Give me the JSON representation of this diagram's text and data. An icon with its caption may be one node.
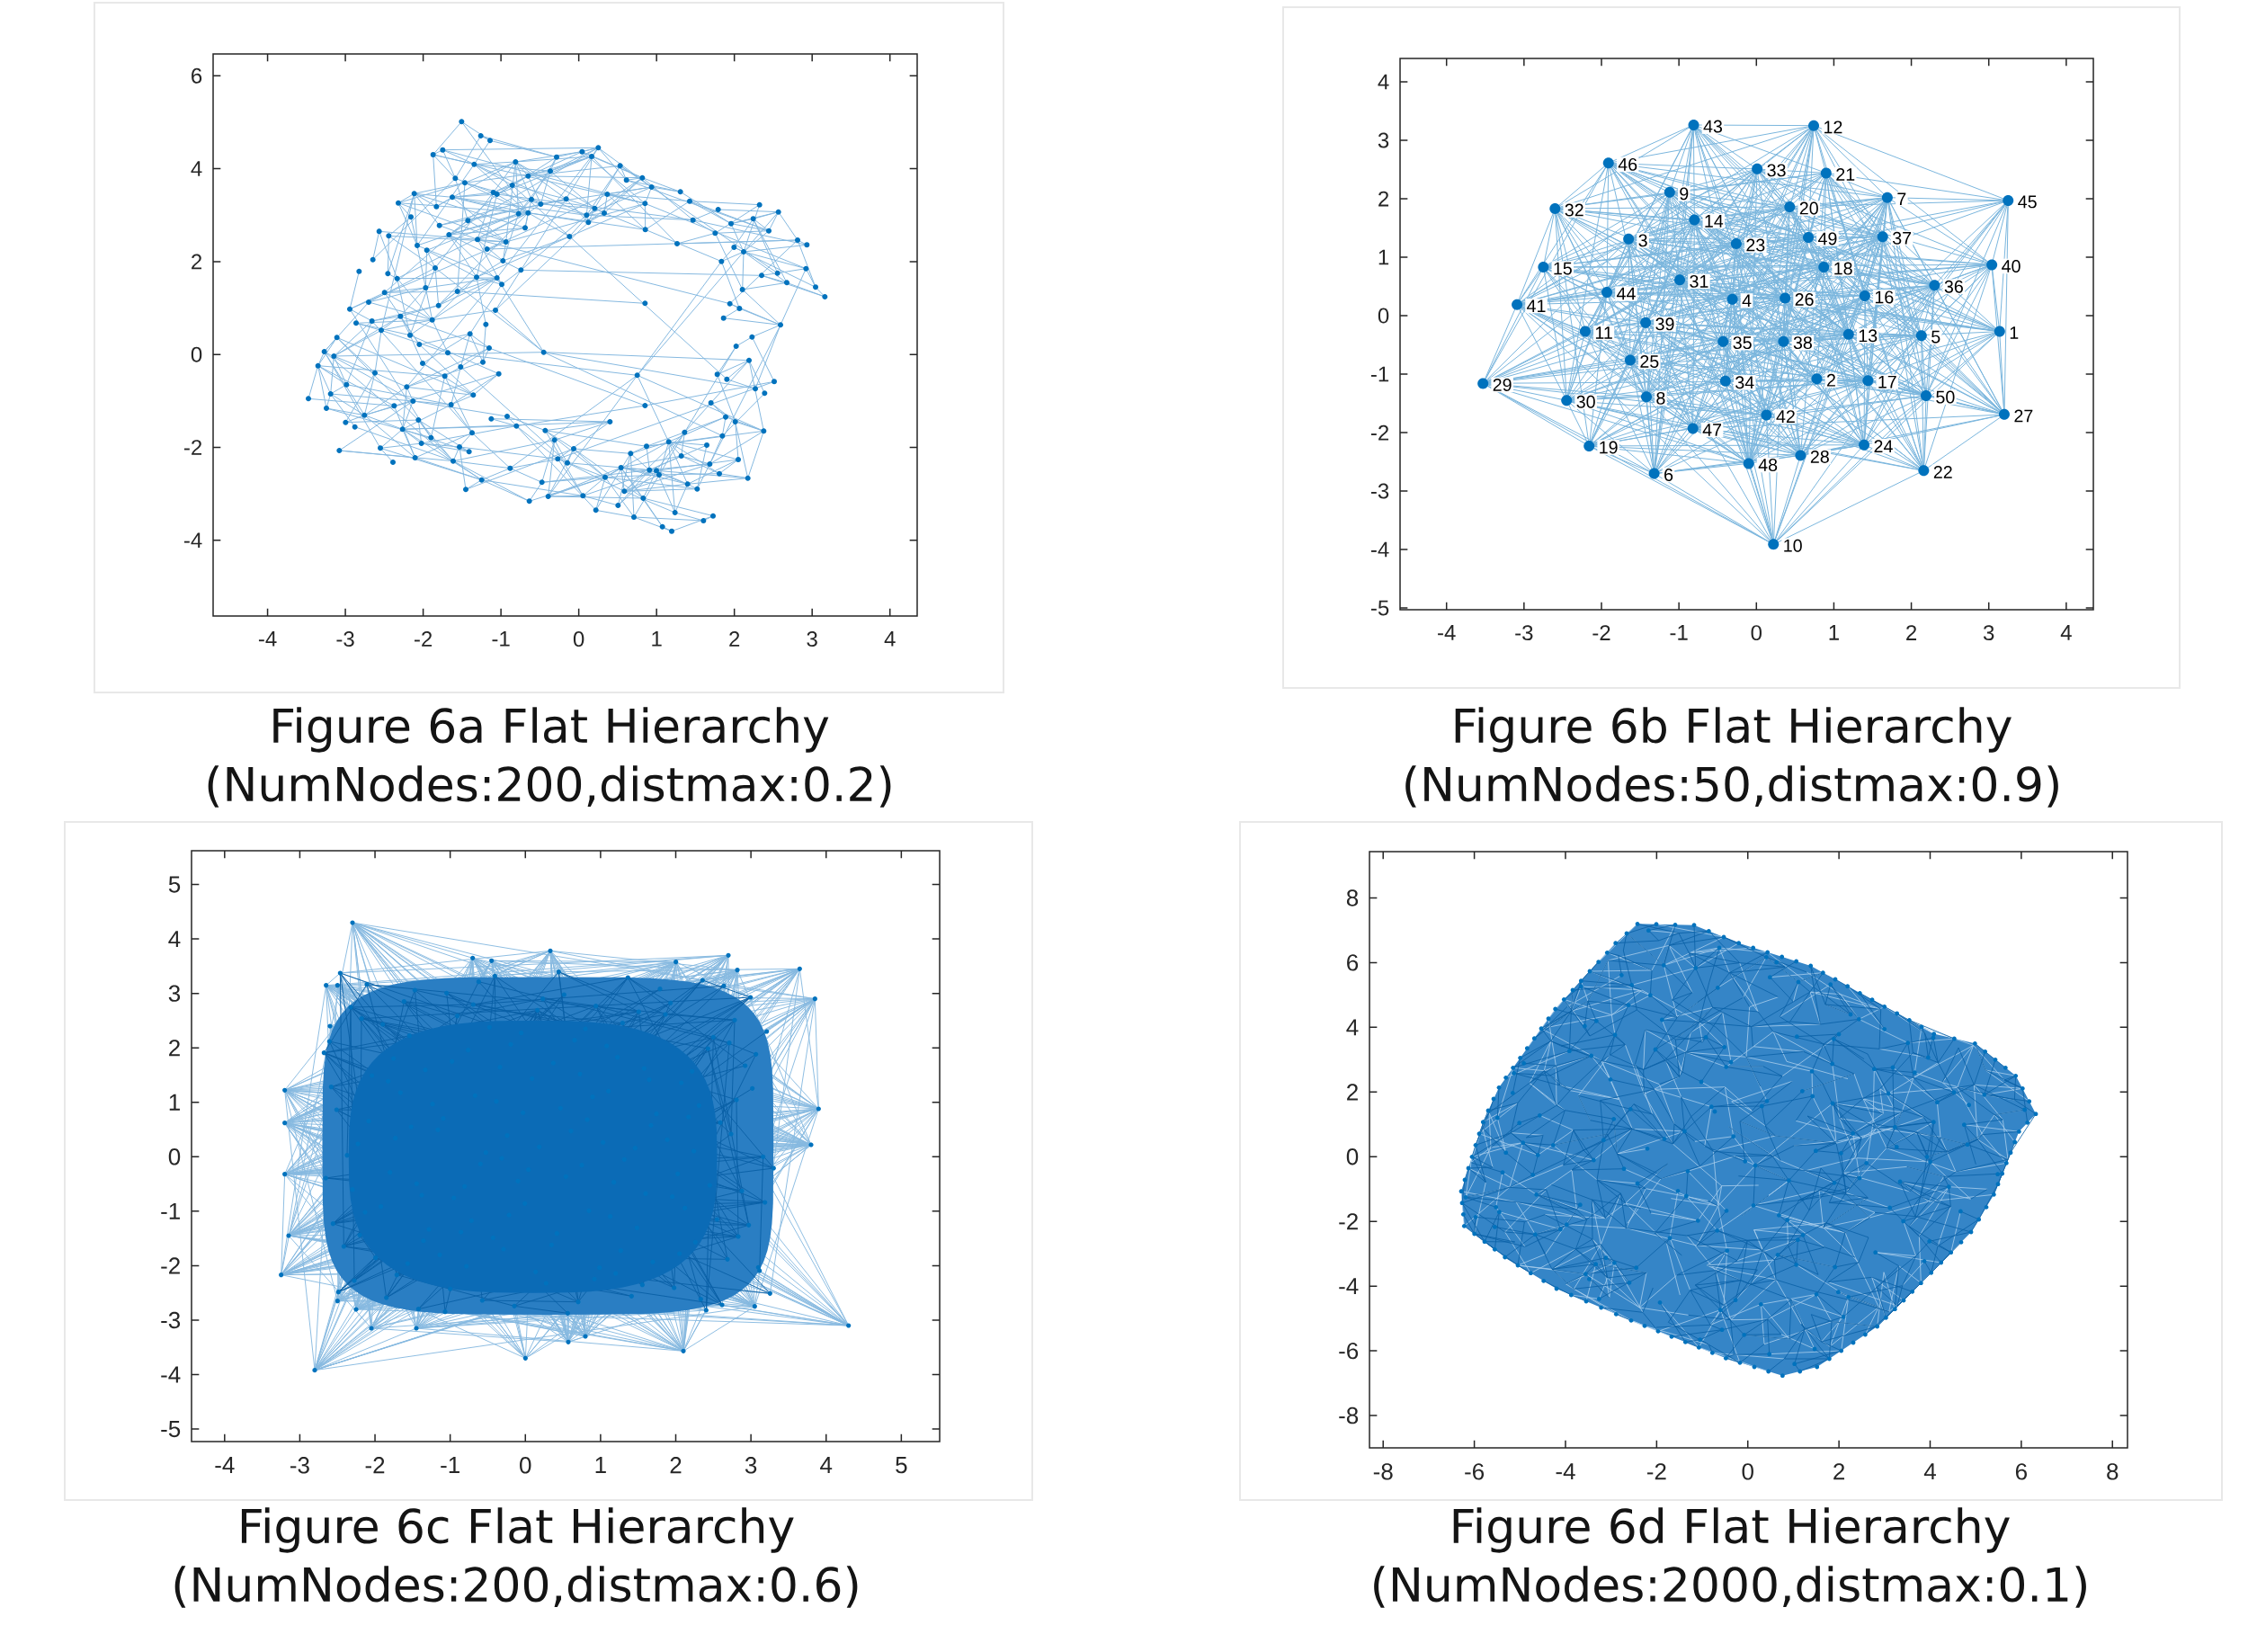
{
  "diagram": {
    "chart_data": [
      {
        "type": "scatter",
        "title": "Figure 6a Flat Hierarchy (NumNodes:200,distmax:0.2)",
        "xlim": [
          -4.7,
          4.35
        ],
        "ylim": [
          -5.63,
          6.47
        ],
        "xticks": [
          -4,
          -3,
          -2,
          -1,
          0,
          1,
          2,
          3,
          4
        ],
        "yticks": [
          -4,
          -2,
          0,
          2,
          4,
          6
        ]
      },
      {
        "type": "scatter",
        "title": "Figure 6b Flat Hierarchy (NumNodes:50,distmax:0.9)",
        "xlim": [
          -4.6,
          4.35
        ],
        "ylim": [
          -5.03,
          4.4
        ],
        "xticks": [
          -4,
          -3,
          -2,
          -1,
          0,
          1,
          2,
          3,
          4
        ],
        "yticks": [
          -5,
          -4,
          -3,
          -2,
          -1,
          0,
          1,
          2,
          3,
          4
        ],
        "x": [
          3.14,
          0.78,
          -1.65,
          -0.31,
          2.13,
          -1.32,
          1.69,
          -1.42,
          -1.12,
          0.22,
          -2.21,
          0.74,
          1.19,
          -0.8,
          -2.75,
          1.4,
          1.44,
          0.87,
          -2.16,
          0.43,
          0.9,
          2.16,
          -0.26,
          1.39,
          -1.63,
          0.37,
          3.2,
          0.57,
          -3.53,
          -2.45,
          -0.99,
          -2.6,
          0.01,
          -0.4,
          -0.43,
          2.3,
          1.63,
          0.35,
          -1.43,
          3.04,
          -3.09,
          0.13,
          -0.81,
          -1.93,
          3.25,
          -1.91,
          -0.82,
          -0.1,
          0.67,
          2.19
        ],
        "series": [
          {
            "color": "#0072bd",
            "values": [
              -0.27,
              -1.08,
              1.31,
              0.28,
              -0.34,
              -2.7,
              2.02,
              -1.39,
              2.11,
              -3.91,
              -0.27,
              3.25,
              -0.32,
              1.64,
              0.83,
              0.34,
              -1.11,
              0.83,
              -2.23,
              1.86,
              2.44,
              -2.65,
              1.23,
              -2.21,
              -0.76,
              0.3,
              -1.69,
              -2.39,
              -1.16,
              -1.45,
              0.61,
              1.83,
              2.51,
              -1.12,
              -0.44,
              0.52,
              1.35,
              -0.44,
              -0.12,
              0.87,
              0.19,
              -1.7,
              3.26,
              0.4,
              1.97,
              2.61,
              -1.93,
              -2.53,
              1.34,
              -1.37
            ]
          }
        ],
        "annotations": [
          {
            "text": "1",
            "x": 3.14,
            "y": -0.27
          },
          {
            "text": "2",
            "x": 0.78,
            "y": -1.08
          },
          {
            "text": "3",
            "x": -1.65,
            "y": 1.31
          },
          {
            "text": "4",
            "x": -0.31,
            "y": 0.28
          },
          {
            "text": "5",
            "x": 2.13,
            "y": -0.34
          },
          {
            "text": "6",
            "x": -1.32,
            "y": -2.7
          },
          {
            "text": "7",
            "x": 1.69,
            "y": 2.02
          },
          {
            "text": "8",
            "x": -1.42,
            "y": -1.39
          },
          {
            "text": "9",
            "x": -1.12,
            "y": 2.11
          },
          {
            "text": "10",
            "x": 0.22,
            "y": -3.91
          },
          {
            "text": "11",
            "x": -2.21,
            "y": -0.27
          },
          {
            "text": "12",
            "x": 0.74,
            "y": 3.25
          },
          {
            "text": "13",
            "x": 1.19,
            "y": -0.32
          },
          {
            "text": "14",
            "x": -0.8,
            "y": 1.64
          },
          {
            "text": "15",
            "x": -2.75,
            "y": 0.83
          },
          {
            "text": "16",
            "x": 1.4,
            "y": 0.34
          },
          {
            "text": "17",
            "x": 1.44,
            "y": -1.11
          },
          {
            "text": "18",
            "x": 0.87,
            "y": 0.83
          },
          {
            "text": "19",
            "x": -2.16,
            "y": -2.23
          },
          {
            "text": "20",
            "x": 0.43,
            "y": 1.86
          },
          {
            "text": "21",
            "x": 0.9,
            "y": 2.44
          },
          {
            "text": "22",
            "x": 2.16,
            "y": -2.65
          },
          {
            "text": "23",
            "x": -0.26,
            "y": 1.23
          },
          {
            "text": "24",
            "x": 1.39,
            "y": -2.21
          },
          {
            "text": "25",
            "x": -1.63,
            "y": -0.76
          },
          {
            "text": "26",
            "x": 0.37,
            "y": 0.3
          },
          {
            "text": "27",
            "x": 3.2,
            "y": -1.69
          },
          {
            "text": "28",
            "x": 0.57,
            "y": -2.39
          },
          {
            "text": "29",
            "x": -3.53,
            "y": -1.16
          },
          {
            "text": "30",
            "x": -2.45,
            "y": -1.45
          },
          {
            "text": "31",
            "x": -0.99,
            "y": 0.61
          },
          {
            "text": "32",
            "x": -2.6,
            "y": 1.83
          },
          {
            "text": "33",
            "x": 0.01,
            "y": 2.51
          },
          {
            "text": "34",
            "x": -0.4,
            "y": -1.12
          },
          {
            "text": "35",
            "x": -0.43,
            "y": -0.44
          },
          {
            "text": "36",
            "x": 2.3,
            "y": 0.52
          },
          {
            "text": "37",
            "x": 1.63,
            "y": 1.35
          },
          {
            "text": "38",
            "x": 0.35,
            "y": -0.44
          },
          {
            "text": "39",
            "x": -1.43,
            "y": -0.12
          },
          {
            "text": "40",
            "x": 3.04,
            "y": 0.87
          },
          {
            "text": "41",
            "x": -3.09,
            "y": 0.19
          },
          {
            "text": "42",
            "x": 0.13,
            "y": -1.7
          },
          {
            "text": "43",
            "x": -0.81,
            "y": 3.26
          },
          {
            "text": "44",
            "x": -1.93,
            "y": 0.4
          },
          {
            "text": "45",
            "x": 3.25,
            "y": 1.97
          },
          {
            "text": "46",
            "x": -1.91,
            "y": 2.61
          },
          {
            "text": "47",
            "x": -0.82,
            "y": -1.93
          },
          {
            "text": "48",
            "x": -0.1,
            "y": -2.53
          },
          {
            "text": "49",
            "x": 0.67,
            "y": 1.34
          },
          {
            "text": "50",
            "x": 2.19,
            "y": -1.37
          }
        ]
      },
      {
        "type": "scatter",
        "title": "Figure 6c Flat Hierarchy (NumNodes:200,distmax:0.6)",
        "xlim": [
          -4.44,
          5.51
        ],
        "ylim": [
          -5.23,
          5.62
        ],
        "xticks": [
          -4,
          -3,
          -2,
          -1,
          0,
          1,
          2,
          3,
          4,
          5
        ],
        "yticks": [
          -5,
          -4,
          -3,
          -2,
          -1,
          0,
          1,
          2,
          3,
          4,
          5
        ]
      },
      {
        "type": "scatter",
        "title": "Figure 6d Flat Hierarchy (NumNodes:2000,distmax:0.1)",
        "xlim": [
          -8.3,
          8.33
        ],
        "ylim": [
          -9.0,
          9.43
        ],
        "xticks": [
          -8,
          -6,
          -4,
          -2,
          0,
          2,
          4,
          6,
          8
        ],
        "yticks": [
          -8,
          -6,
          -4,
          -2,
          0,
          2,
          4,
          6,
          8
        ]
      }
    ]
  }
}
